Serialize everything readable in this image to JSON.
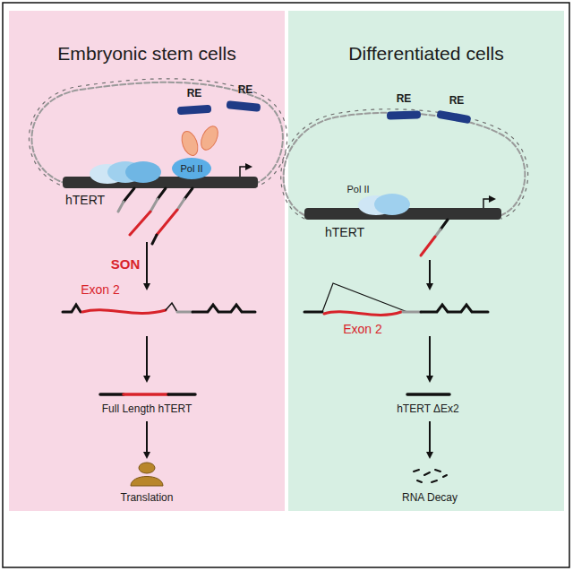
{
  "diagram": {
    "nodes": [
      {
        "text": [
          "Embryonic stem cells"
        ]
      },
      {
        "text": [
          "Differentiated cells"
        ]
      }
    ],
    "labels": [
      "RE",
      "RE",
      "Pol II",
      "hTERT",
      "SON",
      "Exon 2",
      "Full Length hTERT",
      "Translation",
      "RE",
      "RE",
      "Pol II",
      "hTERT",
      "Exon 2",
      "hTERT ΔEx2",
      "RNA Decay"
    ]
  }
}
